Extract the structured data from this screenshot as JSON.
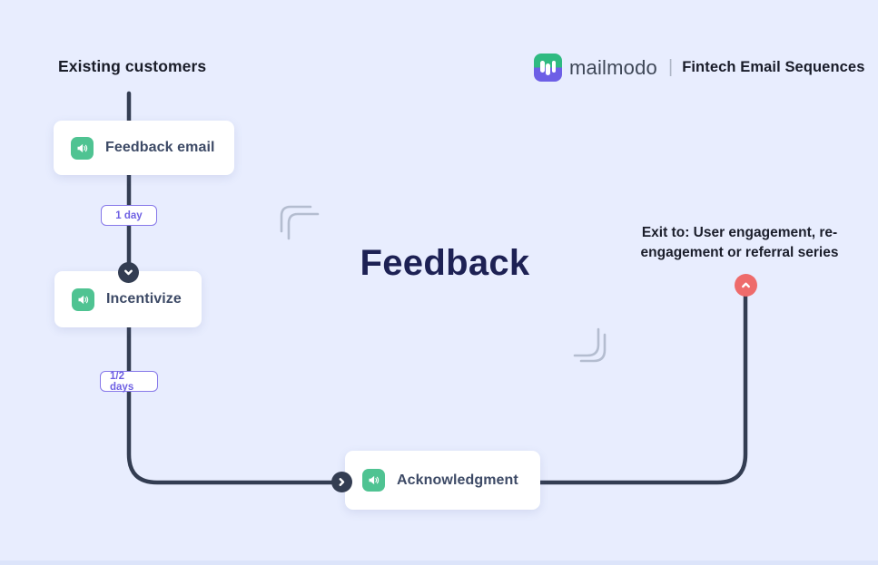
{
  "page": {
    "background_color": "#e8edfe",
    "bottom_strip_color": "#dce4fa"
  },
  "brand": {
    "logo_icon": "mailmodo-logo",
    "logo_green": "#2fba81",
    "logo_purple": "#6d5fe6",
    "wordmark": "mailmodo",
    "divider": "|",
    "series_title": "Fintech Email Sequences"
  },
  "flow": {
    "entry_label": "Existing customers",
    "title": "Feedback",
    "nodes": [
      {
        "label": "Feedback email"
      },
      {
        "label": "Incentivize"
      },
      {
        "label": "Acknowledgment"
      }
    ],
    "delays": [
      {
        "label": "1 day"
      },
      {
        "label": "1/2 days"
      }
    ],
    "exit_note": {
      "line1": "Exit to: User engagement, re-",
      "line2": "engagement or referral series"
    },
    "colors": {
      "connector_line": "#333d52",
      "node_icon_bg": "#4fc392",
      "delay_border": "#8678e9",
      "delay_text": "#6f61e3",
      "exit_marker": "#ee6b6b",
      "step_marker": "#333d52",
      "title_text": "#1d2154",
      "node_text": "#3d4a66",
      "decor_line": "#b4bdd0"
    }
  }
}
